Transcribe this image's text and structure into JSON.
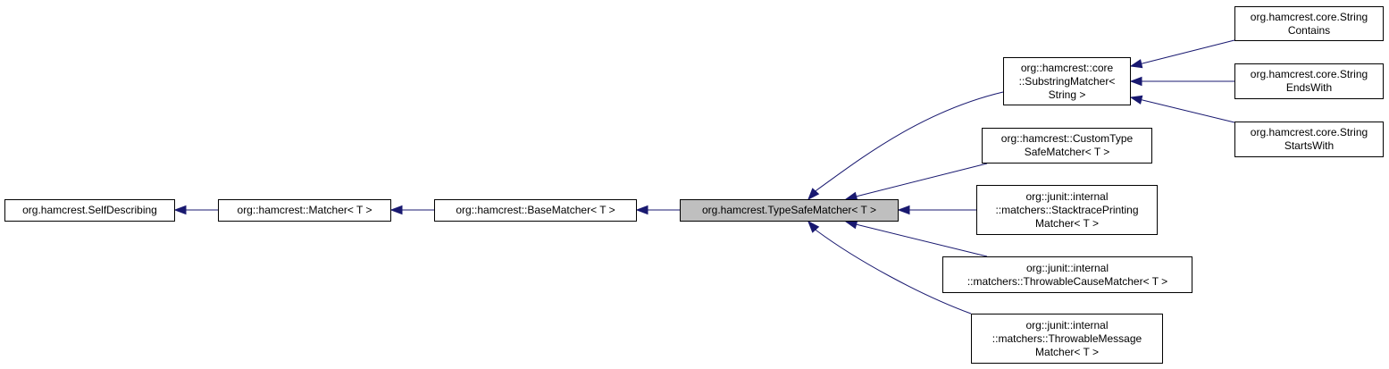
{
  "nodes": {
    "self_describing": {
      "lines": [
        "org.hamcrest.SelfDescribing"
      ]
    },
    "matcher": {
      "lines": [
        "org::hamcrest::Matcher< T >"
      ]
    },
    "base_matcher": {
      "lines": [
        "org::hamcrest::BaseMatcher< T >"
      ]
    },
    "type_safe_matcher": {
      "lines": [
        "org.hamcrest.TypeSafeMatcher< T >"
      ]
    },
    "substring_matcher": {
      "lines": [
        "org::hamcrest::core",
        "::SubstringMatcher<",
        "String >"
      ]
    },
    "custom_type_safe_matcher": {
      "lines": [
        "org::hamcrest::CustomType",
        "SafeMatcher< T >"
      ]
    },
    "stacktrace_printing_matcher": {
      "lines": [
        "org::junit::internal",
        "::matchers::StacktracePrinting",
        "Matcher< T >"
      ]
    },
    "throwable_cause_matcher": {
      "lines": [
        "org::junit::internal",
        "::matchers::ThrowableCauseMatcher< T >"
      ]
    },
    "throwable_message_matcher": {
      "lines": [
        "org::junit::internal",
        "::matchers::ThrowableMessage",
        "Matcher< T >"
      ]
    },
    "string_contains": {
      "lines": [
        "org.hamcrest.core.String",
        "Contains"
      ]
    },
    "string_ends_with": {
      "lines": [
        "org.hamcrest.core.String",
        "EndsWith"
      ]
    },
    "string_starts_with": {
      "lines": [
        "org.hamcrest.core.String",
        "StartsWith"
      ]
    }
  },
  "edges": [
    {
      "from": "matcher",
      "to": "self_describing"
    },
    {
      "from": "base_matcher",
      "to": "matcher"
    },
    {
      "from": "type_safe_matcher",
      "to": "base_matcher"
    },
    {
      "from": "substring_matcher",
      "to": "type_safe_matcher"
    },
    {
      "from": "custom_type_safe_matcher",
      "to": "type_safe_matcher"
    },
    {
      "from": "stacktrace_printing_matcher",
      "to": "type_safe_matcher"
    },
    {
      "from": "throwable_cause_matcher",
      "to": "type_safe_matcher"
    },
    {
      "from": "throwable_message_matcher",
      "to": "type_safe_matcher"
    },
    {
      "from": "string_contains",
      "to": "substring_matcher"
    },
    {
      "from": "string_ends_with",
      "to": "substring_matcher"
    },
    {
      "from": "string_starts_with",
      "to": "substring_matcher"
    }
  ],
  "colors": {
    "edge": "#191970",
    "current_fill": "#bfbfbf",
    "node_border": "#000000"
  }
}
